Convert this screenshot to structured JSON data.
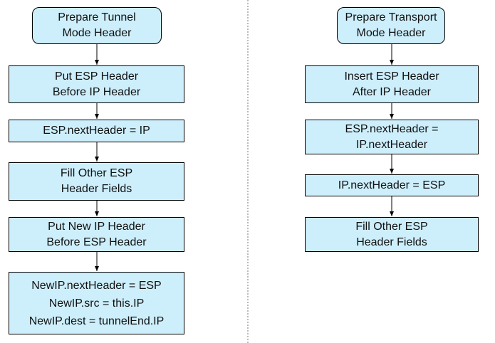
{
  "tunnel_mode": {
    "steps": [
      {
        "lines": [
          "Prepare Tunnel",
          "Mode Header"
        ]
      },
      {
        "lines": [
          "Put ESP Header",
          "Before IP Header"
        ]
      },
      {
        "lines": [
          "ESP.nextHeader = IP"
        ]
      },
      {
        "lines": [
          "Fill Other ESP",
          "Header Fields"
        ]
      },
      {
        "lines": [
          "Put New IP Header",
          "Before ESP Header"
        ]
      },
      {
        "lines": [
          "NewIP.nextHeader = ESP",
          "NewIP.src = this.IP",
          "NewIP.dest = tunnelEnd.IP"
        ]
      }
    ]
  },
  "transport_mode": {
    "steps": [
      {
        "lines": [
          "Prepare Transport",
          "Mode Header"
        ]
      },
      {
        "lines": [
          "Insert ESP Header",
          "After IP Header"
        ]
      },
      {
        "lines": [
          "ESP.nextHeader =",
          "IP.nextHeader"
        ]
      },
      {
        "lines": [
          "IP.nextHeader = ESP"
        ]
      },
      {
        "lines": [
          "Fill Other ESP",
          "Header Fields"
        ]
      }
    ]
  },
  "colors": {
    "box_fill": "#cdeefb",
    "border": "#000000"
  }
}
